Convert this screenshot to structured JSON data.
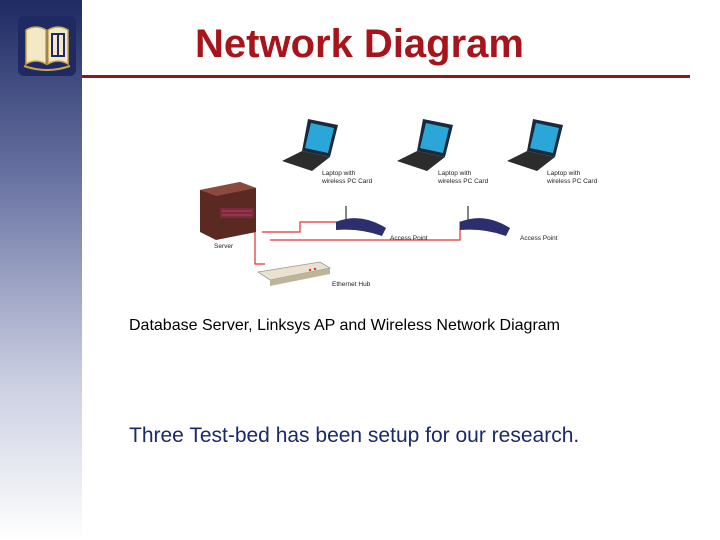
{
  "title": "Network Diagram",
  "colors": {
    "title": "#a8141c",
    "rule": "#8b1a1a",
    "body_text": "#1a2a66",
    "cable": "#e03030",
    "sidebar_top": "#1f2a63"
  },
  "diagram": {
    "laptops": [
      {
        "label_line1": "Laptop with",
        "label_line2": "wireless PC Card"
      },
      {
        "label_line1": "Laptop with",
        "label_line2": "wireless PC Card"
      },
      {
        "label_line1": "Laptop with",
        "label_line2": "wireless PC Card"
      }
    ],
    "access_points": [
      "Access Point",
      "Access Point"
    ],
    "server_label": "Server",
    "hub_label": "Ethernet Hub"
  },
  "caption": "Database Server, Linksys AP and Wireless Network Diagram",
  "body_text": "Three Test-bed has been setup for our research."
}
